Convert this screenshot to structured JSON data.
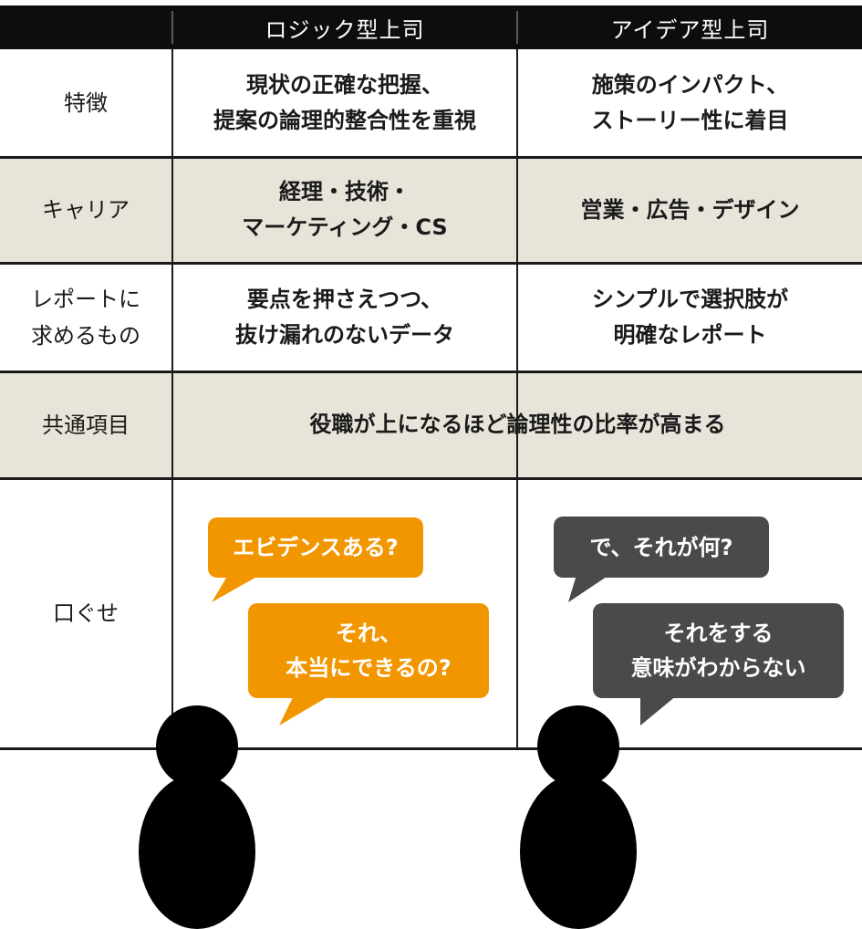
{
  "columns": {
    "logic": "ロジック型上司",
    "idea": "アイデア型上司"
  },
  "rows": [
    {
      "label": "特徴",
      "logic": "現状の正確な把握、\n提案の論理的整合性を重視",
      "idea": "施策のインパクト、\nストーリー性に着目"
    },
    {
      "label": "キャリア",
      "logic": "経理・技術・\nマーケティング・CS",
      "idea": "営業・広告・デザイン"
    },
    {
      "label": "レポートに\n求めるもの",
      "logic": "要点を押さえつつ、\n抜け漏れのないデータ",
      "idea": "シンプルで選択肢が\n明確なレポート"
    }
  ],
  "common": {
    "label": "共通項目",
    "text": "役職が上になるほど論理性の比率が高まる"
  },
  "phrases": {
    "label": "口ぐせ",
    "logic": [
      "エビデンスある?",
      "それ、\n本当にできるの?"
    ],
    "idea": [
      "で、それが何?",
      "それをする\n意味がわからない"
    ]
  },
  "colors": {
    "header": "#0d0d0d",
    "beige": "#e8e4da",
    "orange": "#f29600",
    "dark_bubble": "#4a4a4a"
  },
  "icons": [
    "person-silhouette-icon",
    "person-silhouette-icon"
  ]
}
